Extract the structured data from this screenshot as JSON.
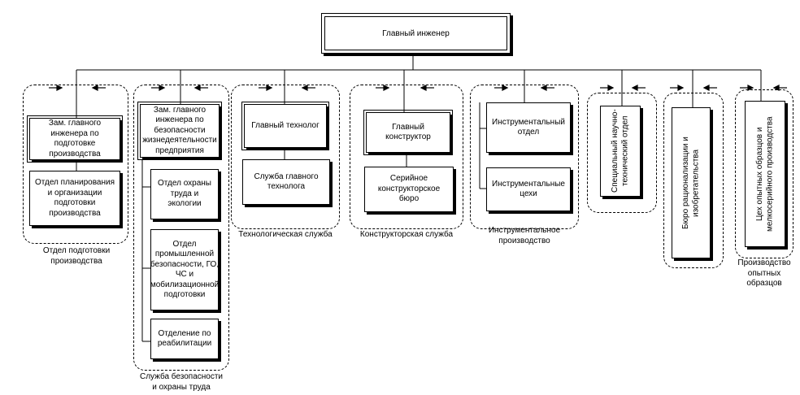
{
  "top": {
    "label": "Главный инженер"
  },
  "groups": {
    "prod_prep": {
      "caption": [
        "Отдел подготовки",
        "производства"
      ],
      "head": "Зам. главного инженера по подготовке производства",
      "sub": "Отдел планирования и организации подготовки производства"
    },
    "safety": {
      "caption": [
        "Служба безопасности",
        "и охраны труда"
      ],
      "head": "Зам. главного инженера по безопасности жизнедеятельности предприятия",
      "subs": [
        "Отдел охраны труда и экологии",
        "Отдел промышленной безопасности, ГО, ЧС и мобилизационной подготовки",
        "Отделение по реабилитации"
      ]
    },
    "tech": {
      "caption": "Технологическая служба",
      "head": "Главный технолог",
      "sub": "Служба главного технолога"
    },
    "design": {
      "caption": "Конструкторская служба",
      "head": "Главный конструктор",
      "sub": "Серийное конструкторское бюро"
    },
    "tool": {
      "caption": [
        "Инструментальное",
        "производство"
      ],
      "subs": [
        "Инструментальный отдел",
        "Инструментальные цехи"
      ]
    },
    "sci_tech": {
      "label": "Специальный научно-технический отдел"
    },
    "bureau": {
      "label": "Бюро рационализации и изобретательства"
    },
    "prototype": {
      "label": "Цех опытных образцов и мелкосерийного производства",
      "caption": [
        "Производство",
        "опытных",
        "образцов"
      ]
    }
  }
}
